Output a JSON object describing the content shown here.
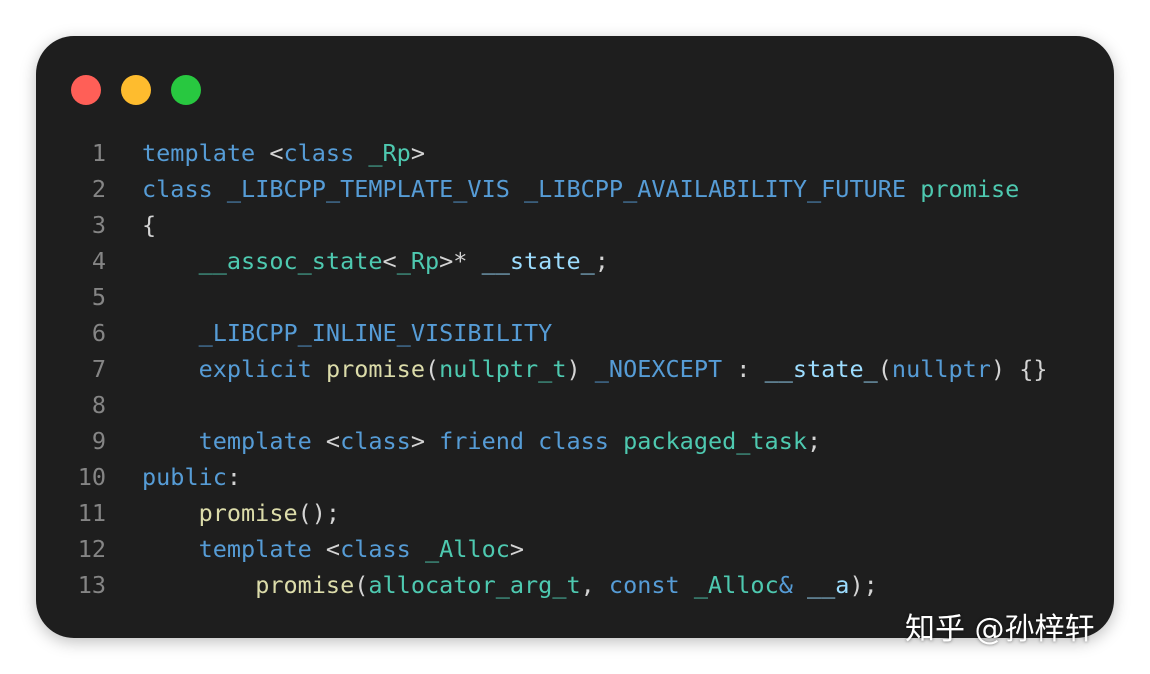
{
  "window": {
    "traffic_lights": [
      {
        "name": "close",
        "color": "#ff5f57"
      },
      {
        "name": "minimize",
        "color": "#febc2e"
      },
      {
        "name": "maximize",
        "color": "#28c840"
      }
    ]
  },
  "code": {
    "lines": [
      {
        "num": "1",
        "tokens": [
          {
            "t": "template",
            "c": "kw"
          },
          {
            "t": " <",
            "c": "punct"
          },
          {
            "t": "class",
            "c": "kw"
          },
          {
            "t": " ",
            "c": "punct"
          },
          {
            "t": "_Rp",
            "c": "type"
          },
          {
            "t": ">",
            "c": "punct"
          }
        ]
      },
      {
        "num": "2",
        "tokens": [
          {
            "t": "class",
            "c": "kw"
          },
          {
            "t": " ",
            "c": "punct"
          },
          {
            "t": "_LIBCPP_TEMPLATE_VIS",
            "c": "macro"
          },
          {
            "t": " ",
            "c": "punct"
          },
          {
            "t": "_LIBCPP_AVAILABILITY_FUTURE",
            "c": "macro"
          },
          {
            "t": " ",
            "c": "punct"
          },
          {
            "t": "promise",
            "c": "type"
          }
        ]
      },
      {
        "num": "3",
        "tokens": [
          {
            "t": "{",
            "c": "punct"
          }
        ]
      },
      {
        "num": "4",
        "tokens": [
          {
            "t": "    ",
            "c": "punct"
          },
          {
            "t": "__assoc_state",
            "c": "type"
          },
          {
            "t": "<",
            "c": "punct"
          },
          {
            "t": "_Rp",
            "c": "type"
          },
          {
            "t": ">* ",
            "c": "punct"
          },
          {
            "t": "__state_",
            "c": "var"
          },
          {
            "t": ";",
            "c": "punct"
          }
        ]
      },
      {
        "num": "5",
        "tokens": []
      },
      {
        "num": "6",
        "tokens": [
          {
            "t": "    ",
            "c": "punct"
          },
          {
            "t": "_LIBCPP_INLINE_VISIBILITY",
            "c": "macro"
          }
        ]
      },
      {
        "num": "7",
        "tokens": [
          {
            "t": "    ",
            "c": "punct"
          },
          {
            "t": "explicit",
            "c": "kw"
          },
          {
            "t": " ",
            "c": "punct"
          },
          {
            "t": "promise",
            "c": "fn"
          },
          {
            "t": "(",
            "c": "punct"
          },
          {
            "t": "nullptr_t",
            "c": "type"
          },
          {
            "t": ") ",
            "c": "punct"
          },
          {
            "t": "_NOEXCEPT",
            "c": "macro"
          },
          {
            "t": " : ",
            "c": "punct"
          },
          {
            "t": "__state_",
            "c": "var"
          },
          {
            "t": "(",
            "c": "punct"
          },
          {
            "t": "nullptr",
            "c": "kw"
          },
          {
            "t": ") {}",
            "c": "punct"
          }
        ]
      },
      {
        "num": "8",
        "tokens": []
      },
      {
        "num": "9",
        "tokens": [
          {
            "t": "    ",
            "c": "punct"
          },
          {
            "t": "template",
            "c": "kw"
          },
          {
            "t": " <",
            "c": "punct"
          },
          {
            "t": "class",
            "c": "kw"
          },
          {
            "t": "> ",
            "c": "punct"
          },
          {
            "t": "friend",
            "c": "kw"
          },
          {
            "t": " ",
            "c": "punct"
          },
          {
            "t": "class",
            "c": "kw"
          },
          {
            "t": " ",
            "c": "punct"
          },
          {
            "t": "packaged_task",
            "c": "type"
          },
          {
            "t": ";",
            "c": "punct"
          }
        ]
      },
      {
        "num": "10",
        "tokens": [
          {
            "t": "public",
            "c": "kw"
          },
          {
            "t": ":",
            "c": "punct"
          }
        ]
      },
      {
        "num": "11",
        "tokens": [
          {
            "t": "    ",
            "c": "punct"
          },
          {
            "t": "promise",
            "c": "fn"
          },
          {
            "t": "();",
            "c": "punct"
          }
        ]
      },
      {
        "num": "12",
        "tokens": [
          {
            "t": "    ",
            "c": "punct"
          },
          {
            "t": "template",
            "c": "kw"
          },
          {
            "t": " <",
            "c": "punct"
          },
          {
            "t": "class",
            "c": "kw"
          },
          {
            "t": " ",
            "c": "punct"
          },
          {
            "t": "_Alloc",
            "c": "type"
          },
          {
            "t": ">",
            "c": "punct"
          }
        ]
      },
      {
        "num": "13",
        "tokens": [
          {
            "t": "        ",
            "c": "punct"
          },
          {
            "t": "promise",
            "c": "fn"
          },
          {
            "t": "(",
            "c": "punct"
          },
          {
            "t": "allocator_arg_t",
            "c": "type"
          },
          {
            "t": ", ",
            "c": "punct"
          },
          {
            "t": "const",
            "c": "kw"
          },
          {
            "t": " ",
            "c": "punct"
          },
          {
            "t": "_Alloc",
            "c": "type"
          },
          {
            "t": "& ",
            "c": "kw"
          },
          {
            "t": "__a",
            "c": "var"
          },
          {
            "t": ");",
            "c": "punct"
          }
        ]
      }
    ]
  },
  "watermark": {
    "text": "知乎 @孙梓轩"
  }
}
